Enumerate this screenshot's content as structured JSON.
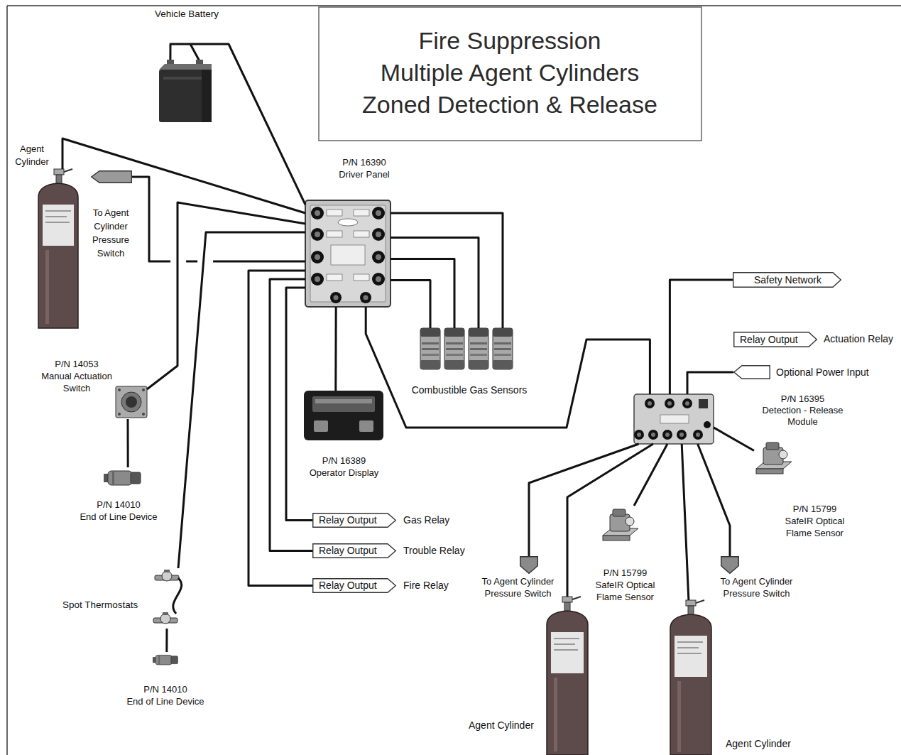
{
  "diagram": {
    "title": "Fire Suppression Multiple Agent Cylinders Zoned Detection & Release",
    "nodes": [
      {
        "text": [
          "Vehicle Battery"
        ]
      },
      {
        "text": [
          "P/N 16390 Driver Panel"
        ]
      },
      {
        "text": [
          "Agent Cylinder"
        ]
      },
      {
        "text": [
          "To Agent Cylinder Pressure Switch"
        ]
      },
      {
        "text": [
          "P/N 14053 Manual Actuation Switch"
        ]
      },
      {
        "text": [
          "P/N 14010 End of Line Device"
        ]
      },
      {
        "text": [
          "Spot Thermostats"
        ]
      },
      {
        "text": [
          "P/N 14010 End of Line Device"
        ]
      },
      {
        "text": [
          "P/N 16389 Operator Display"
        ]
      },
      {
        "text": [
          "Combustible Gas Sensors"
        ]
      },
      {
        "text": [
          "Relay Output",
          "Gas Relay"
        ]
      },
      {
        "text": [
          "Relay Output",
          "Trouble Relay"
        ]
      },
      {
        "text": [
          "Relay Output",
          "Fire Relay"
        ]
      },
      {
        "text": [
          "P/N 16395 Detection - Release Module"
        ]
      },
      {
        "text": [
          "Safety Network"
        ]
      },
      {
        "text": [
          "Relay Output",
          "Actuation Relay"
        ]
      },
      {
        "text": [
          "Optional Power Input"
        ]
      },
      {
        "text": [
          "To Agent Cylinder Pressure Switch"
        ]
      },
      {
        "text": [
          "Agent Cylinder"
        ]
      },
      {
        "text": [
          "P/N 15799 SafeIR Optical Flame Sensor"
        ]
      },
      {
        "text": [
          "To Agent Cylinder Pressure Switch"
        ]
      },
      {
        "text": [
          "Agent Cylinder"
        ]
      },
      {
        "text": [
          "P/N 15799 SafeIR Optical Flame Sensor"
        ]
      }
    ],
    "edges": [
      {
        "from": 0,
        "to": 1,
        "arrow": "none"
      },
      {
        "from": 2,
        "to": 1,
        "arrow": "none"
      },
      {
        "from": 3,
        "to": 1,
        "arrow": "none"
      },
      {
        "from": 4,
        "to": 1,
        "arrow": "none"
      },
      {
        "from": 4,
        "to": 5,
        "arrow": "none"
      },
      {
        "from": 6,
        "to": 1,
        "arrow": "none"
      },
      {
        "from": 6,
        "to": 7,
        "arrow": "none"
      },
      {
        "from": 1,
        "to": 8,
        "arrow": "none"
      },
      {
        "from": 1,
        "to": 9,
        "arrow": "none"
      },
      {
        "from": 1,
        "to": 9,
        "arrow": "none"
      },
      {
        "from": 1,
        "to": 9,
        "arrow": "none"
      },
      {
        "from": 1,
        "to": 9,
        "arrow": "none"
      },
      {
        "from": 1,
        "to": 10,
        "arrow": "none"
      },
      {
        "from": 1,
        "to": 11,
        "arrow": "none"
      },
      {
        "from": 1,
        "to": 12,
        "arrow": "none"
      },
      {
        "from": 1,
        "to": 13,
        "arrow": "none"
      },
      {
        "from": 13,
        "to": 14,
        "arrow": "none"
      },
      {
        "from": 13,
        "to": 16,
        "arrow": "none"
      },
      {
        "from": 13,
        "to": 17,
        "arrow": "none"
      },
      {
        "from": 13,
        "to": 18,
        "arrow": "none"
      },
      {
        "from": 13,
        "to": 19,
        "arrow": "none"
      },
      {
        "from": 13,
        "to": 21,
        "arrow": "none"
      },
      {
        "from": 13,
        "to": 20,
        "arrow": "none"
      },
      {
        "from": 13,
        "to": 22,
        "arrow": "none"
      }
    ]
  }
}
